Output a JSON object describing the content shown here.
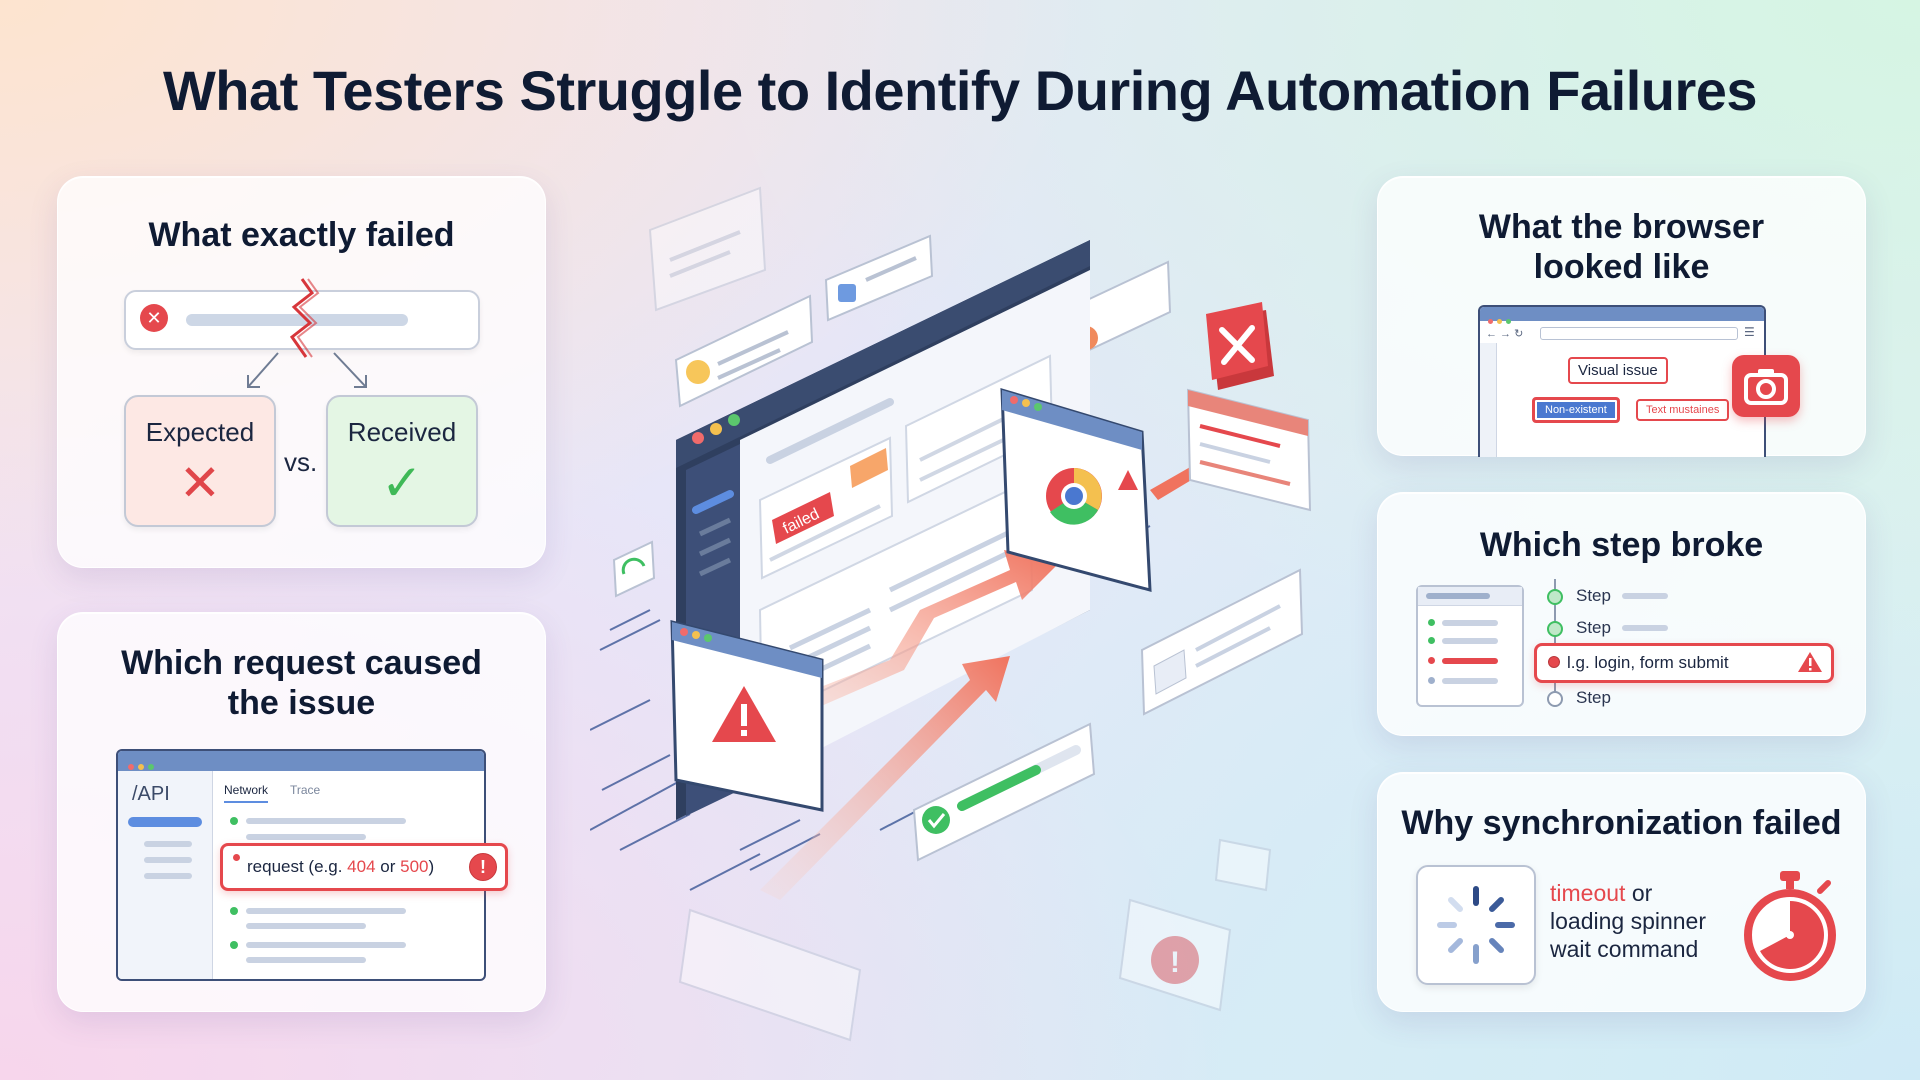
{
  "title": "What Testers Struggle to Identify During Automation Failures",
  "cards": {
    "exactly_failed": {
      "title": "What exactly failed",
      "expected": "Expected",
      "received": "Received",
      "vs": "vs."
    },
    "request": {
      "title_line1": "Which request caused",
      "title_line2": "the issue",
      "api": "/API",
      "tab_network": "Network",
      "tab_trace": "Trace",
      "req_prefix": "request (e.g. ",
      "req_404": "404",
      "req_or": " or ",
      "req_500": "500",
      "req_suffix": ")"
    },
    "browser": {
      "title_line1": "What the browser",
      "title_line2": "looked like",
      "visual_issue": "Visual issue",
      "non_existent": "Non-existent",
      "text_mistakes": "Text mustaines"
    },
    "step": {
      "title": "Which step broke",
      "step1": "Step",
      "step2": "Step",
      "broken_step": "l.g. login, form submit",
      "step4": "Step"
    },
    "sync": {
      "title": "Why synchronization failed",
      "timeout": "timeout",
      "or": " or",
      "line2": "loading spinner",
      "line3": "wait command"
    }
  },
  "hero": {
    "failed_tag": "failed"
  },
  "colors": {
    "error": "#e5484d",
    "success": "#3fbf62",
    "accent_blue": "#4a78d0",
    "navy": "#33435f"
  }
}
